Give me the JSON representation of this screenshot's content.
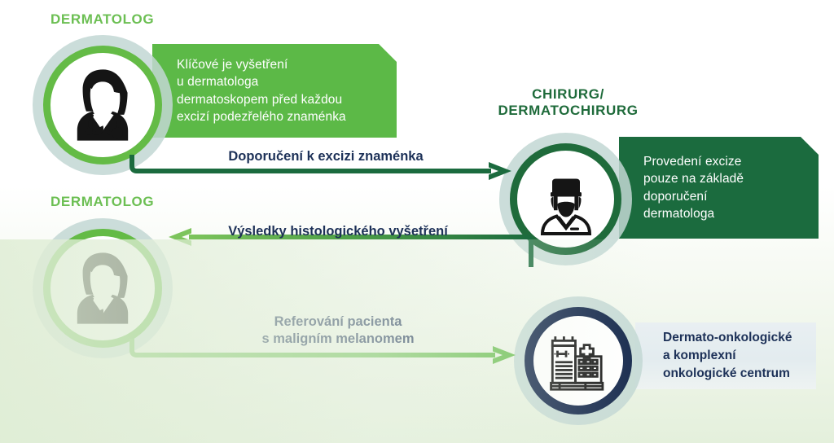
{
  "diagram": {
    "title": "Dermatologicky referencni proces",
    "colors": {
      "green_light": "#64bb46",
      "green_bright": "#5cb947",
      "green_dark": "#1b6b3e",
      "navy": "#16294d",
      "text_navy": "#1d3158",
      "halo": "#c2d7d4"
    }
  },
  "nodes": [
    {
      "id": "dermatolog-1",
      "role_label": "DERMATOLOG",
      "icon": "female-doctor-icon",
      "banner_text": "Klíčové je vyšetření\nu dermatologa\ndermatoskopem před každou\nexcizí podezřelého znaménka",
      "banner_style": "bright"
    },
    {
      "id": "chirurg",
      "role_label": "CHIRURG/\nDERMATOCHIRURG",
      "icon": "male-surgeon-icon",
      "banner_text": "Provedení excize\npouze na základě\ndoporučení\ndermatologa",
      "banner_style": "deep"
    },
    {
      "id": "dermatolog-2",
      "role_label": "DERMATOLOG",
      "icon": "female-doctor-icon",
      "banner_text": "",
      "banner_style": "none"
    },
    {
      "id": "onkologicke-centrum",
      "role_label": "",
      "icon": "hospital-icon",
      "banner_text": "Dermato-onkologické\na komplexní\nonkologické centrum",
      "banner_style": "chip"
    }
  ],
  "arrows": [
    {
      "id": "arrow-doporuceni-excize",
      "label": "Doporučení k excizi znaménka",
      "direction": "right",
      "color": "#1b6b3e"
    },
    {
      "id": "arrow-vysledky-histologie",
      "label": "Výsledky histologického vyšetření",
      "direction": "left",
      "color_from": "#1b6b3e",
      "color_to": "#7cc45c"
    },
    {
      "id": "arrow-referovani-pacienta",
      "label": "Referování pacienta\ns maligním melanomem",
      "direction": "right",
      "color": "#6cbf53"
    }
  ]
}
